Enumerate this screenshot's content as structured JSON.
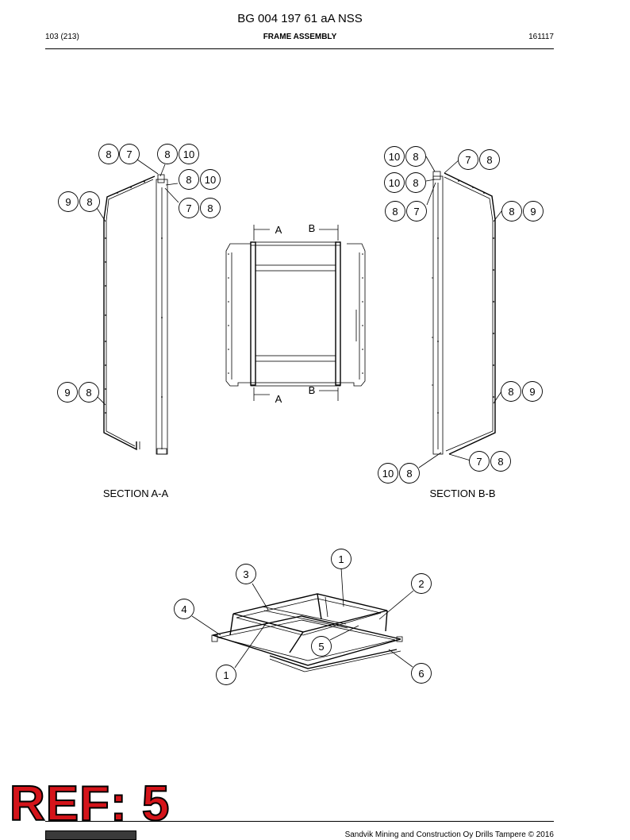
{
  "header": {
    "doc_title": "BG 004 197 61 aA NSS",
    "page_number": "103 (213)",
    "section_title": "FRAME ASSEMBLY",
    "date_code": "161117"
  },
  "figure": {
    "section_a_label": "SECTION A-A",
    "section_b_label": "SECTION B-B",
    "cut_a_top": "A",
    "cut_a_bottom": "A",
    "cut_b_top": "B",
    "cut_b_bottom": "B",
    "section_a_balloons": {
      "b1": "8",
      "b2": "7",
      "b3": "8",
      "b4": "10",
      "b5": "8",
      "b6": "10",
      "b7": "7",
      "b8": "8",
      "b9": "9",
      "b10": "8",
      "b11": "9",
      "b12": "8"
    },
    "section_b_balloons": {
      "b1": "10",
      "b2": "8",
      "b3": "7",
      "b4": "8",
      "b5": "10",
      "b6": "8",
      "b7": "8",
      "b8": "7",
      "b9": "8",
      "b10": "9",
      "b11": "8",
      "b12": "9",
      "b13": "7",
      "b14": "8",
      "b15": "10",
      "b16": "8"
    },
    "iso_balloons": {
      "p1": "1",
      "p2": "2",
      "p3": "3",
      "p4": "4",
      "p5": "5",
      "p6": "6",
      "p7": "1"
    }
  },
  "footer": {
    "ref_stamp": "REF: 5",
    "copyright": "Sandvik Mining and Construction Oy Drills Tampere © 2016",
    "logo_name": "sandvik-logo"
  }
}
